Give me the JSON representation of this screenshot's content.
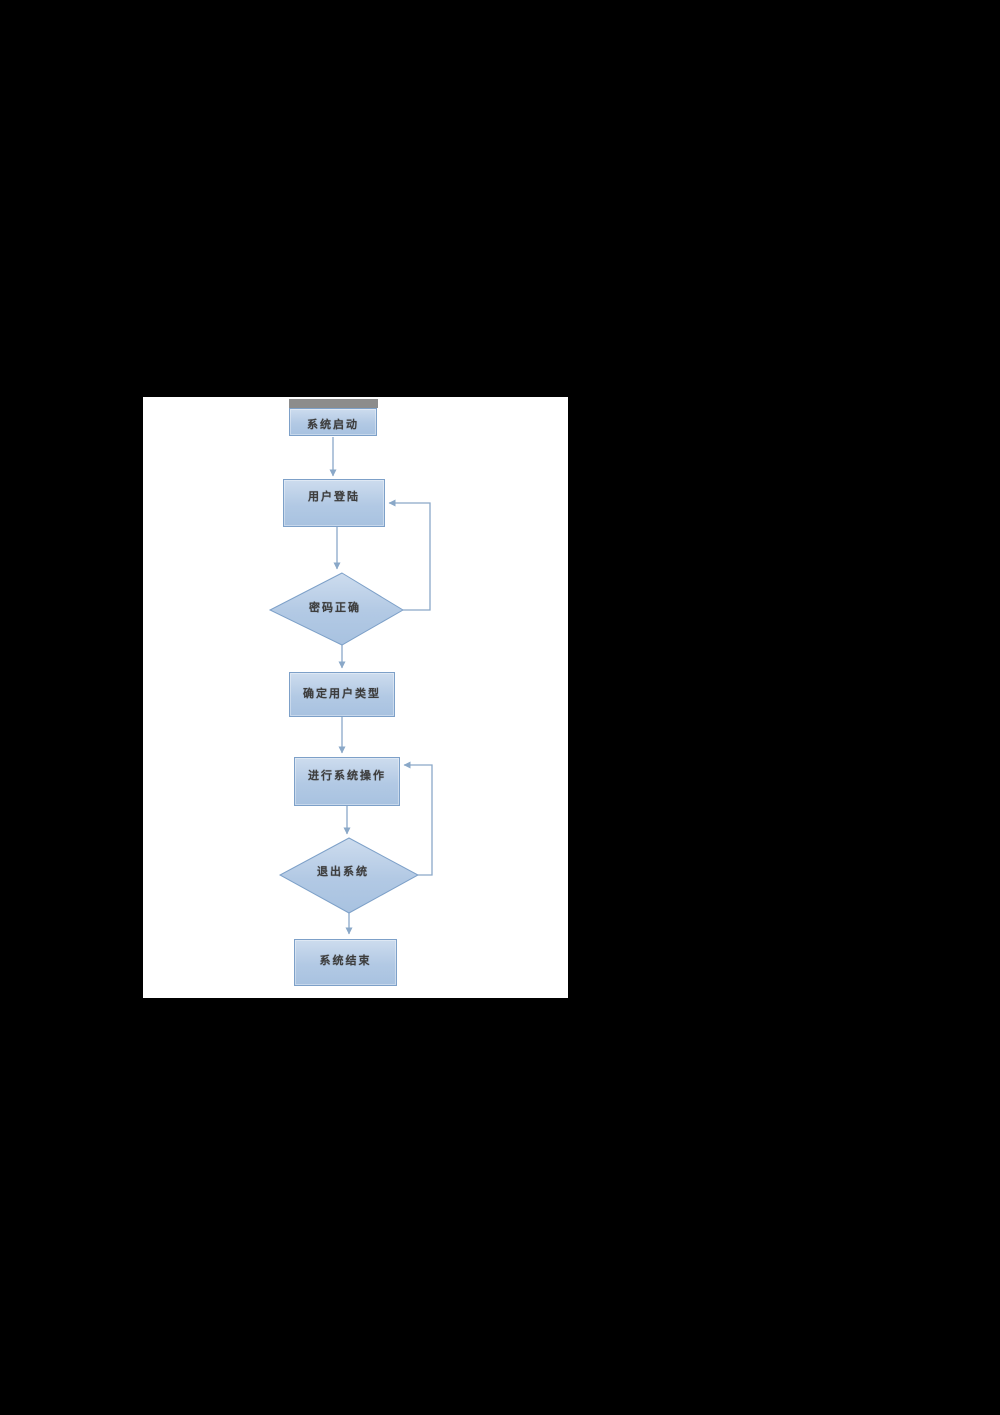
{
  "page": {
    "background_color": "#000000",
    "canvas_color": "#ffffff"
  },
  "flowchart": {
    "type": "flowchart",
    "nodes": [
      {
        "id": "start",
        "shape": "rectangle",
        "label": "系统启动"
      },
      {
        "id": "user-login",
        "shape": "rectangle",
        "label": "用户登陆"
      },
      {
        "id": "password-correct",
        "shape": "diamond",
        "label": "密码正确"
      },
      {
        "id": "determine-user-type",
        "shape": "rectangle",
        "label": "确定用户类型"
      },
      {
        "id": "perform-system-operations",
        "shape": "rectangle",
        "label": "进行系统操作"
      },
      {
        "id": "exit-system",
        "shape": "diamond",
        "label": "退出系统"
      },
      {
        "id": "system-end",
        "shape": "rectangle",
        "label": "系统结束"
      }
    ],
    "edges": [
      {
        "from": "start",
        "to": "user-login",
        "style": "arrow-down"
      },
      {
        "from": "user-login",
        "to": "password-correct",
        "style": "arrow-down"
      },
      {
        "from": "password-correct",
        "to": "user-login",
        "style": "loop-back-right"
      },
      {
        "from": "password-correct",
        "to": "determine-user-type",
        "style": "arrow-down"
      },
      {
        "from": "determine-user-type",
        "to": "perform-system-operations",
        "style": "arrow-down"
      },
      {
        "from": "perform-system-operations",
        "to": "exit-system",
        "style": "arrow-down"
      },
      {
        "from": "exit-system",
        "to": "perform-system-operations",
        "style": "loop-back-right"
      },
      {
        "from": "exit-system",
        "to": "system-end",
        "style": "arrow-down"
      }
    ],
    "colors": {
      "shape_fill_top": "#cddcee",
      "shape_fill_bottom": "#a8c2e0",
      "shape_border": "#7da0c8",
      "connector": "#8aa8c8",
      "label_text": "#3d3d3d",
      "clipped_bar": "#8c8c8c"
    }
  }
}
